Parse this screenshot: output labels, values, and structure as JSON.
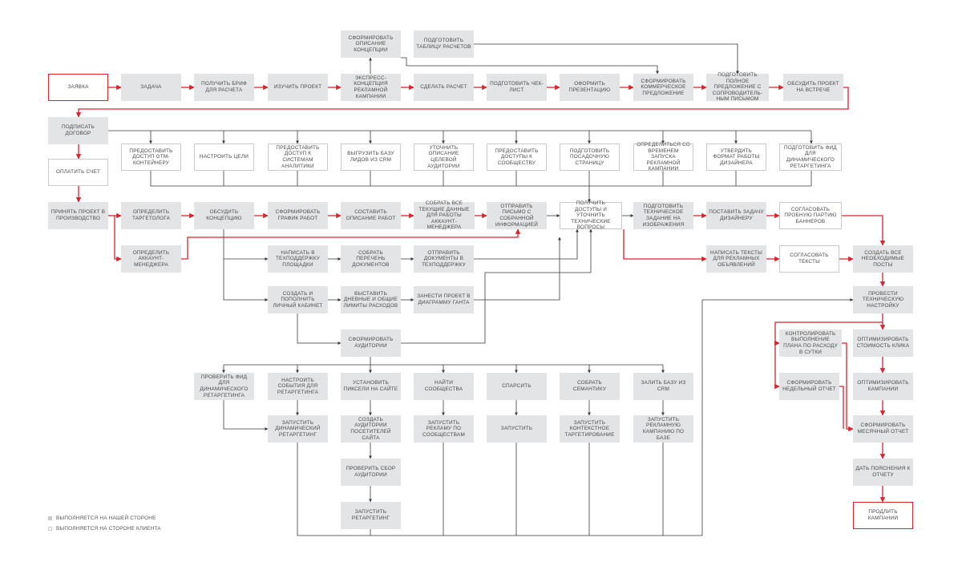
{
  "legend": {
    "ours": "выполняется на нашей стороне",
    "client": "выполняется на стороне клиента"
  },
  "colors": {
    "ours_fill": "#e3e4e5",
    "client_border": "#c9cacb",
    "accent": "#d9232e",
    "line": "#3a3a3a",
    "text": "#4a4a4a"
  },
  "nodes": {
    "zayavka": "Заявка",
    "zadacha": "Задача",
    "brif": "Получить бриф для расчета",
    "izuchit": "Изучить проект",
    "express": "Экспресс-концепция рекламной кампании",
    "opisanie_konc": "Сформировать описание концепции",
    "raschet": "Сделать расчет",
    "tablica": "Подготовить таблицу расчетов",
    "checklist": "Подготовить чек-лист",
    "prezent": "Оформить презентацию",
    "kommerch": "Сформировать коммерческое предложение",
    "polnoe": "Подготовить полное предложение с сопроводитель-ным письмом",
    "vstrecha": "Обсудить проект на встрече",
    "dogovor": "Подписать договор",
    "schet": "Оплатить счет",
    "gtm": "Предоставить доступ GTM-контейнеру",
    "celi": "Настроить цели",
    "analitika": "Предоставить доступ к системам аналитики",
    "leady": "Выгрузить базу лидов из CRM",
    "auditoriya": "Уточнить описание целевой аудитории",
    "soobshestvo": "Предоставить доступы к сообществу",
    "posad": "Подготовить посадочную страницу",
    "vremya": "Определиться со временем запуска рекламной кампании",
    "format": "Утвердить формат работы дизайнера",
    "feed": "Подготовить фид для динамического ретаргетинга",
    "prinyat": "Принять проект в производство",
    "targetolog": "Определить таргетолога",
    "akkaunt": "Определить аккаунт-менеджера",
    "obsudit": "Обсудить концепцию",
    "grafik": "Сформировать график работ",
    "sostavit": "Составить описание работ",
    "sobrat_dannye": "Собрать все текущие данные для работы аккаунт-менеджера",
    "pismo": "Отправить письмо с собранной информацией",
    "dostupy": "Получить доступы и уточнить технические вопросы",
    "tz": "Подготовить техническое задание на изображения",
    "dizayner": "Поставить задачу дизайнеру",
    "bannery": "Согласовать пробную партию баннеров",
    "teksty": "Написать тексты для рекламных объявлений",
    "sogl_teksty": "Согласовать тексты",
    "posty": "Создать все необходимые посты",
    "tehpod": "Написать в техподдержку площадки",
    "perechen": "Собрать перечень документов",
    "otpr_doc": "Отправить документы в техподдержку",
    "kabinet": "Создать и пополнить личный кабинет",
    "limity": "Выставить дневные и общие лимиты расходов",
    "gant": "Занести проект в диаграмму Ганта",
    "form_aud": "Сформировать аудитории",
    "tehnastr": "Провести техническую настройку",
    "kontrol": "Контролировать выполнение плана по расходу в сутки",
    "nedel": "Сформировать недельный отчет",
    "opt_klik": "Оптимизировать стоимость клика",
    "opt_kamp": "Оптимизировать кампании",
    "mesyach": "Сформировать месячный отчет",
    "poyasn": "Дать пояснения к отчету",
    "prodlit": "Продлить кампании",
    "prov_feed": "Проверить фид для динамического ретаргетинга",
    "sobytiya": "Настроить события для ретаргетинга",
    "pikseli": "Установить пиксели на сайте",
    "naiti": "Найти сообщества",
    "spars": "Спарсить",
    "semantika": "Собрать семантику",
    "baza_crm": "Залить базу из CRM",
    "din_ret": "Запустить динамический ретаргетинг",
    "aud_pos": "Создать аудитории посетителей сайта",
    "rekl_soob": "Запустить рекламу по сообществам",
    "zapustit": "Запустить",
    "kontekst": "Запустить контекстное таргетирование",
    "kamp_baza": "Запустить рекламную кампанию по базе",
    "prov_sbor": "Проверить сбор аудитории",
    "ret": "Запустить ретаргетинг"
  }
}
